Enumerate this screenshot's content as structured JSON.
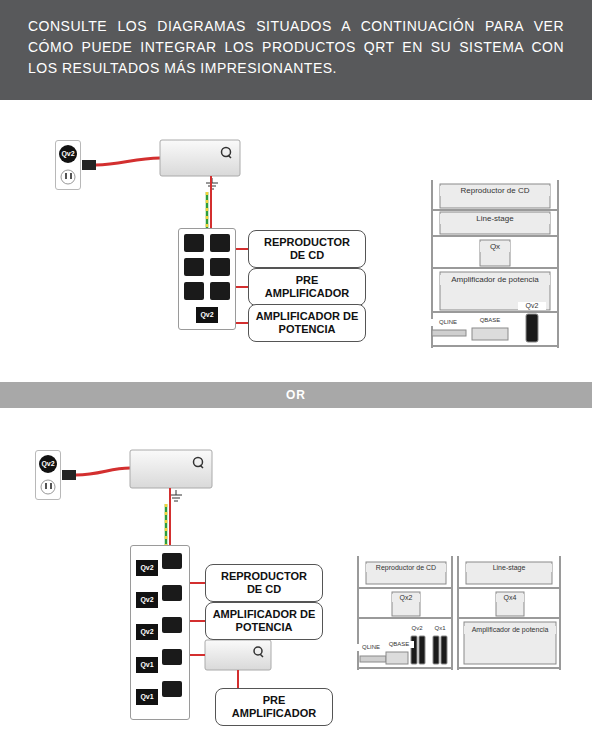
{
  "diagram": {
    "title": "CONSULTE LOS DIAGRAMAS SITUADOS A CONTINUACIÓN PARA VER CÓMO PUEDE INTEGRAR LOS PRODUCTOS QRT EN SU SISTEMA CON LOS RESULTADOS MÁS IMPRESIONANTES.",
    "nodes": [
      {
        "text": [
          "Qv2"
        ]
      },
      {
        "text": [
          "Qv2"
        ]
      },
      {
        "text": [
          "REPRODUCTOR DE CD"
        ]
      },
      {
        "text": [
          "PRE AMPLIFICADOR"
        ]
      },
      {
        "text": [
          "AMPLIFICADOR DE POTENCIA"
        ]
      },
      {
        "text": [
          "Qv2"
        ]
      },
      {
        "text": [
          "Qv2",
          "Qv2",
          "Qv2",
          "Qv1",
          "Qv1"
        ]
      },
      {
        "text": [
          "REPRODUCTOR DE CD"
        ]
      },
      {
        "text": [
          "AMPLIFICADOR DE POTENCIA"
        ]
      },
      {
        "text": [
          "PRE AMPLIFICADOR"
        ]
      }
    ],
    "edges": [
      {
        "from": 1,
        "to": 2,
        "arrow": "none"
      },
      {
        "from": 1,
        "to": 3,
        "arrow": "none"
      },
      {
        "from": 1,
        "to": 4,
        "arrow": "none"
      },
      {
        "from": 6,
        "to": 7,
        "arrow": "none"
      },
      {
        "from": 6,
        "to": 8,
        "arrow": "none"
      }
    ],
    "labels": [
      "OR",
      "Reproductor de CD",
      "Line-stage",
      "Qx",
      "Amplificador de potencia",
      "QLINE",
      "QBASE",
      "Qv2",
      "Reproductor de CD",
      "Qx2",
      "QLINE",
      "QBASE",
      "Qv2",
      "Qx1",
      "Line-stage",
      "Qx4",
      "Amplificador de potencia"
    ]
  }
}
